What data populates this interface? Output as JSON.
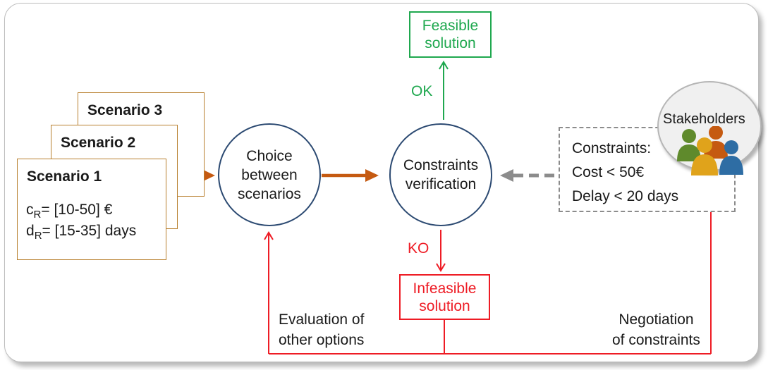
{
  "scenarios": {
    "s3_title": "Scenario 3",
    "s2_title": "Scenario 2",
    "s1_title": "Scenario 1",
    "cost_prefix": "c",
    "cost_sub": "R",
    "cost_range": "= [10-50] €",
    "delay_prefix": "d",
    "delay_sub": "R",
    "delay_range": "= [15-35] days"
  },
  "choice_node": "Choice\nbetween\nscenarios",
  "constraints_node": "Constraints\nverification",
  "feasible_box": "Feasible\nsolution",
  "infeasible_box": "Infeasible\nsolution",
  "ok_label": "OK",
  "ko_label": "KO",
  "constraints": {
    "title": "Constraints:",
    "cost": "Cost < 50€",
    "delay": "Delay < 20 days"
  },
  "stakeholders_label": "Stakeholders",
  "evaluation_label": "Evaluation of\nother options",
  "negotiation_label": "Negotiation\nof constraints",
  "colors": {
    "green": "#1fa84f",
    "red": "#ee1c25",
    "orange_arrow": "#c55a11",
    "navy": "#2c4a72",
    "scenario_border": "#b8802f",
    "dashed_gray": "#8c8c8c",
    "person_green": "#5f8a2c",
    "person_orange": "#c55a11",
    "person_yellow": "#e0a31b",
    "person_blue": "#2e6da4"
  }
}
